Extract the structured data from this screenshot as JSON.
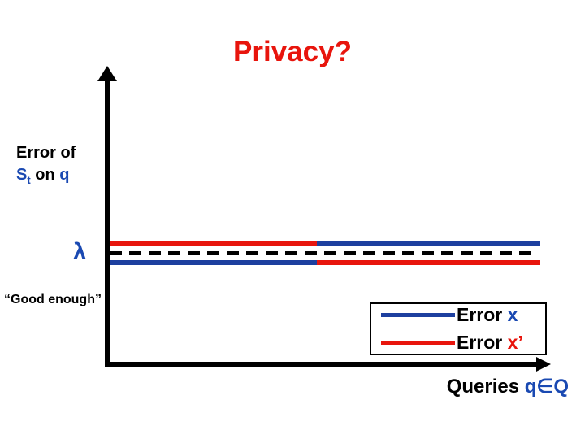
{
  "slide": {
    "title": "Privacy?",
    "colors": {
      "red": "#e8150d",
      "blue": "#1a49b2",
      "line_blue": "#1d3f9f",
      "black": "#000000",
      "background": "#ffffff"
    }
  },
  "y_axis": {
    "label_line1": "Error of",
    "label_s": "S",
    "label_sub": "t",
    "label_mid": " on ",
    "label_q": "q"
  },
  "threshold": {
    "lambda": "λ",
    "annotation": "“Good enough”"
  },
  "legend": {
    "items": [
      {
        "prefix": "Error ",
        "variable": "x",
        "color": "blue"
      },
      {
        "prefix": "Error ",
        "variable": "x’",
        "color": "red"
      }
    ]
  },
  "x_axis": {
    "label_prefix": "Queries ",
    "label_math": "q∈Q"
  },
  "chart_data": {
    "type": "line",
    "title": "Privacy?",
    "xlabel": "Queries q∈Q",
    "ylabel": "Error of St on q",
    "x_axis_numeric": false,
    "grid": false,
    "legend_position": "lower right",
    "threshold_line": {
      "label": "λ",
      "style": "dashed black",
      "meaning": "“Good enough” error level"
    },
    "series": [
      {
        "name": "Error x",
        "color": "#1d3f9f",
        "x_fraction": [
          0,
          0.5,
          0.5,
          1
        ],
        "y": [
          "λ − ε",
          "λ − ε",
          "λ + ε",
          "λ + ε"
        ]
      },
      {
        "name": "Error x'",
        "color": "#e8150d",
        "x_fraction": [
          0,
          0.5,
          0.5,
          1
        ],
        "y": [
          "λ + ε",
          "λ + ε",
          "λ − ε",
          "λ − ε"
        ]
      }
    ]
  }
}
